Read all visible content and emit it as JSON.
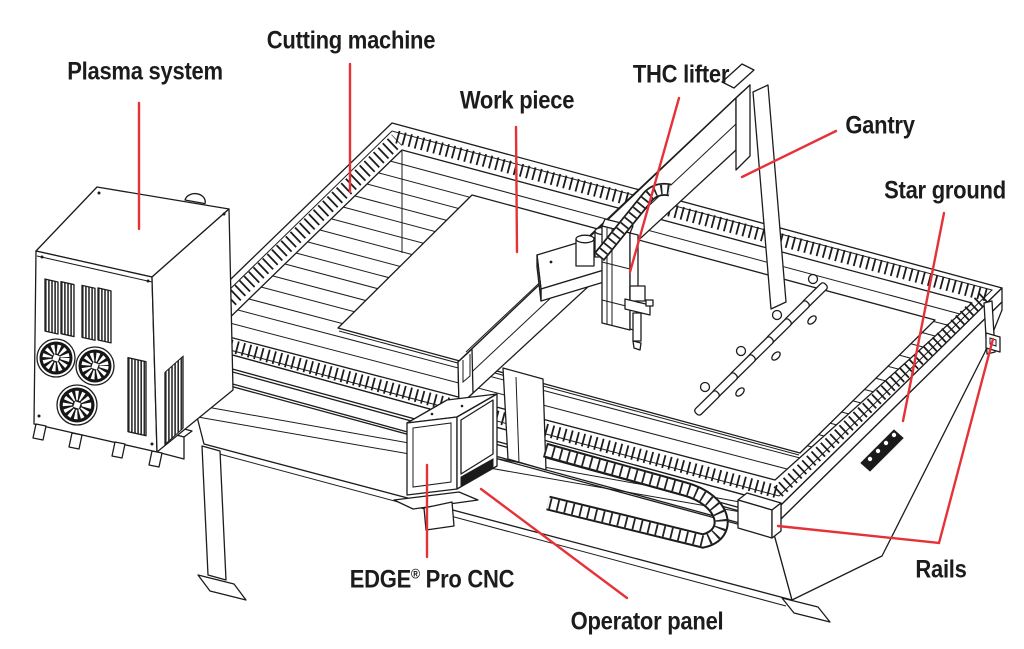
{
  "diagram": {
    "background": "#ffffff",
    "line_color": "#1c1c1c",
    "leader_color": "#e53238",
    "labels": {
      "plasma_system": "Plasma system",
      "cutting_machine": "Cutting machine",
      "work_piece": "Work piece",
      "thc_lifter": "THC lifter",
      "gantry": "Gantry",
      "star_ground": "Star ground",
      "operator_panel": "Operator panel",
      "rails": "Rails",
      "edge_pro_cnc": {
        "brand": "EDGE",
        "reg": "®",
        "rest": " Pro CNC"
      }
    }
  }
}
